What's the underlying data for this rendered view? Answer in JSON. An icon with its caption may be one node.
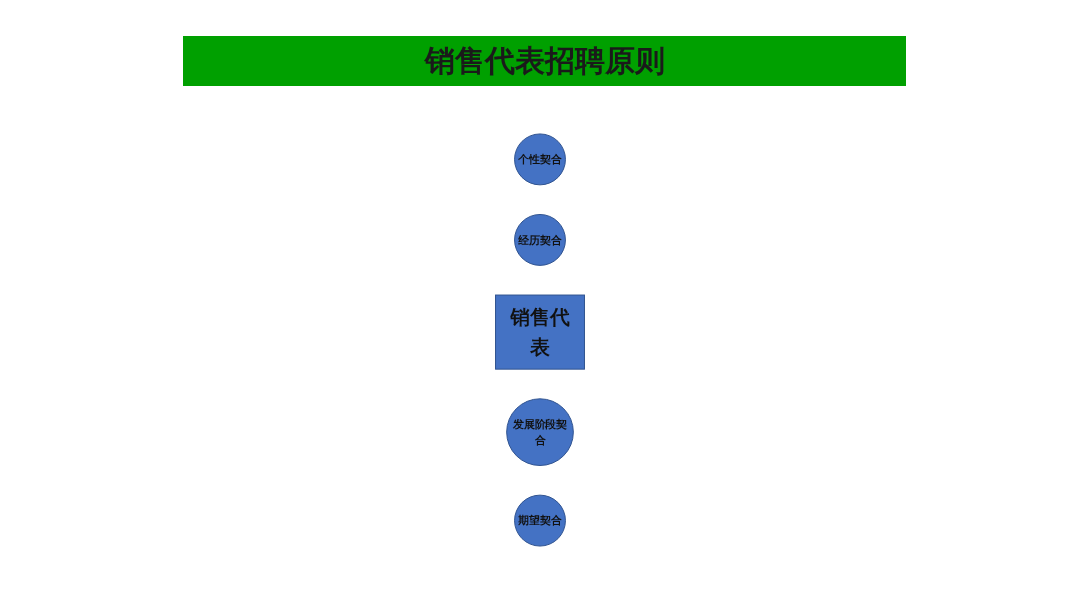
{
  "diagram": {
    "title": "销售代表招聘原则",
    "nodes": [
      {
        "text": [
          "个性契合"
        ]
      },
      {
        "text": [
          "经历契合"
        ]
      },
      {
        "text": [
          "销售代表"
        ]
      },
      {
        "text": [
          "发展阶段契合"
        ]
      },
      {
        "text": [
          "期望契合"
        ]
      }
    ]
  }
}
